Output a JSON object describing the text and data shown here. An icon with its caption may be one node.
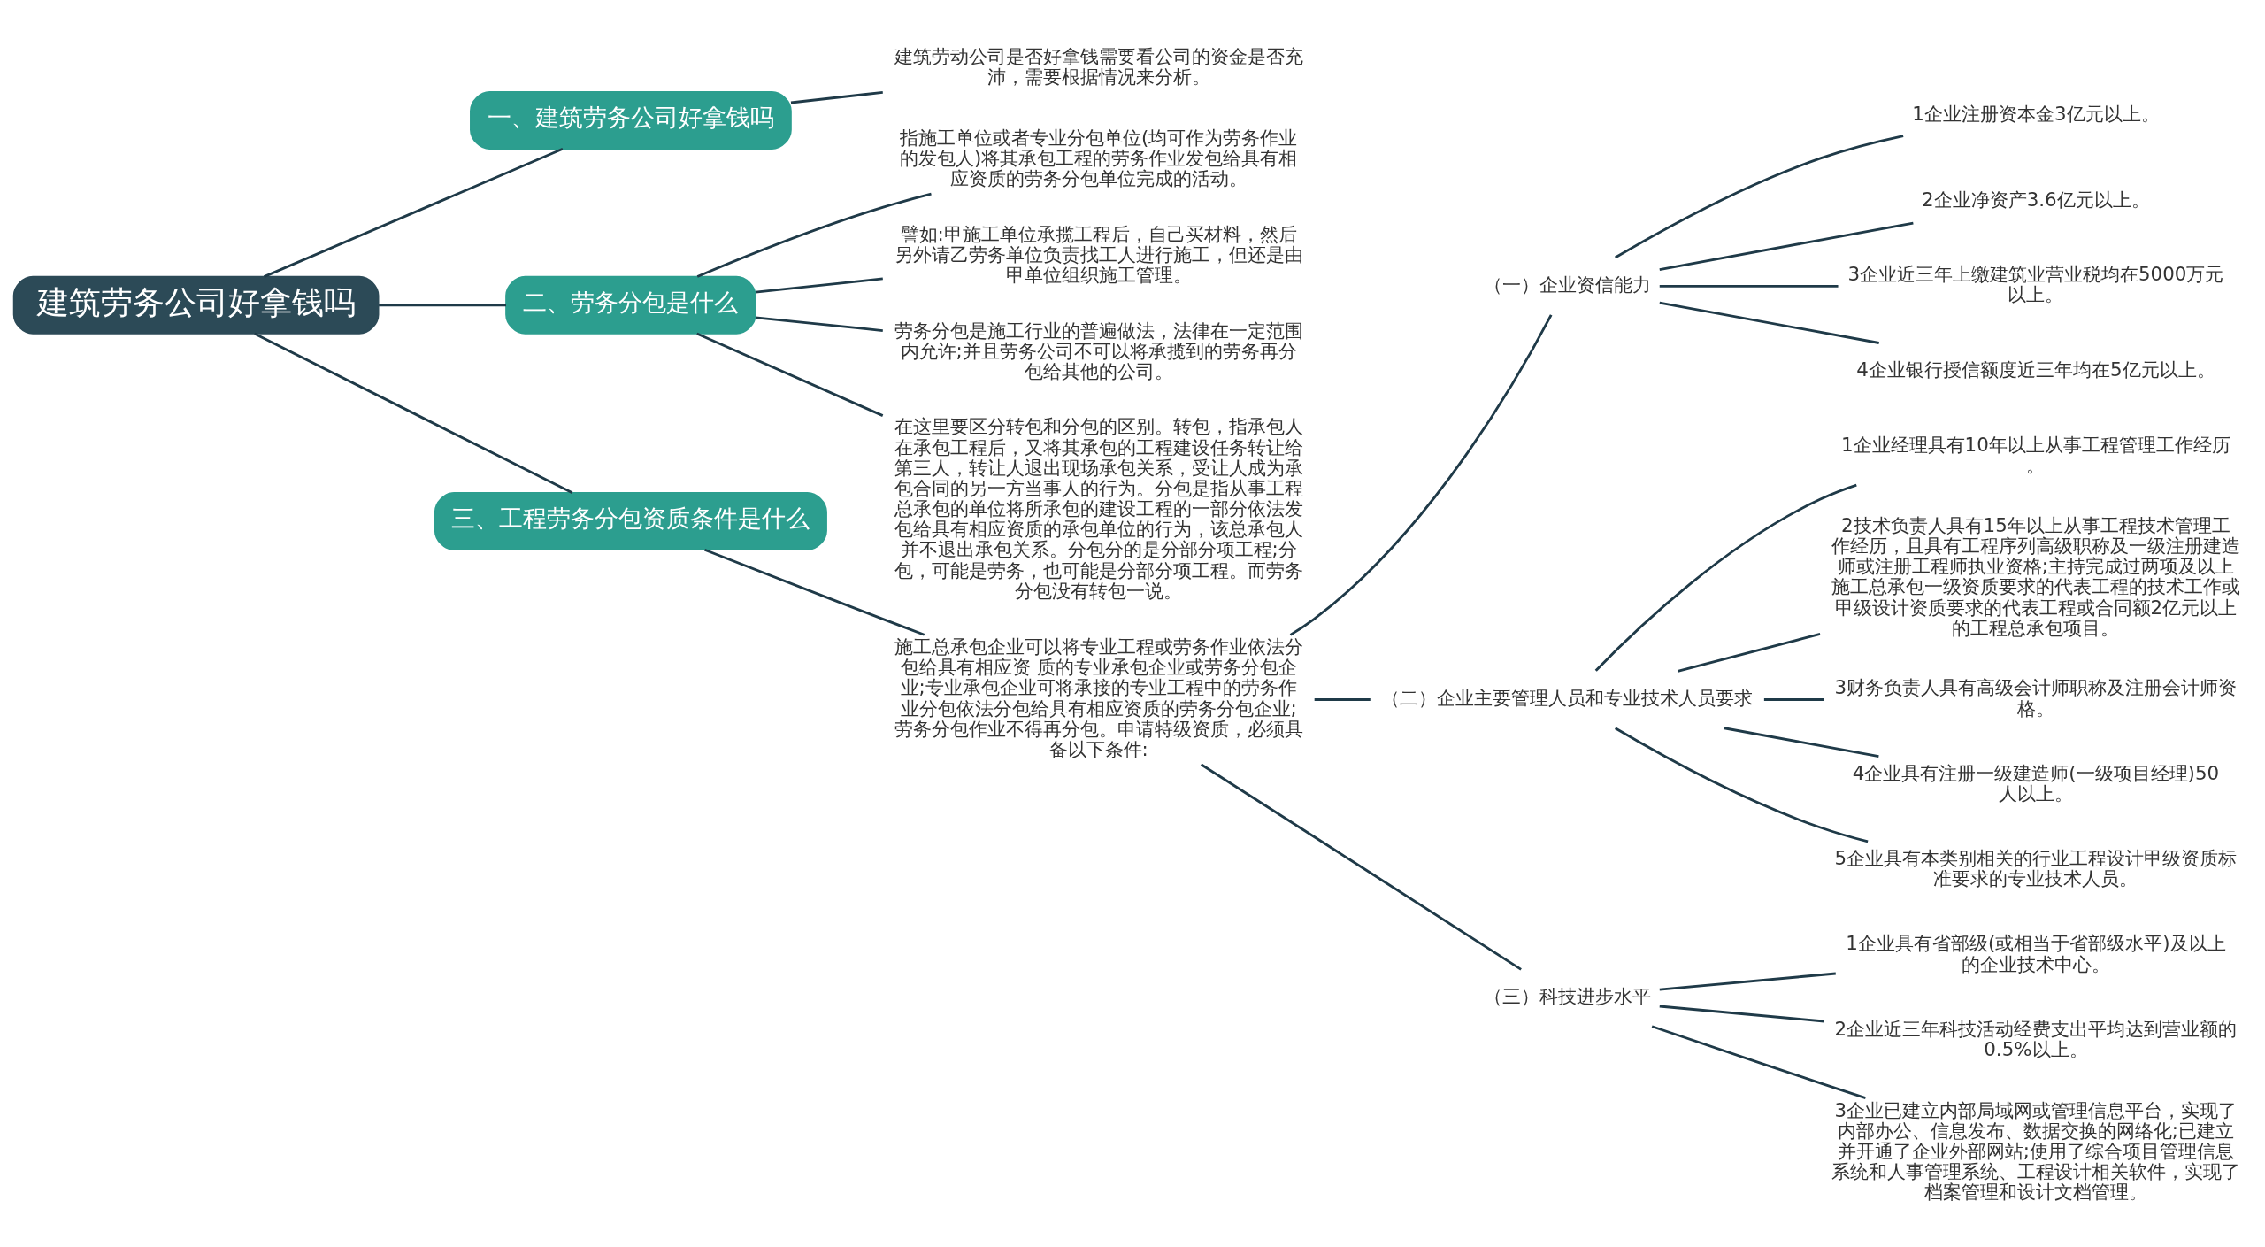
{
  "diagram": {
    "nodes": [
      {
        "text": [
          "建筑劳务公司好拿钱吗"
        ]
      },
      {
        "text": [
          "一、建筑劳务公司好拿钱吗"
        ]
      },
      {
        "text": [
          "建筑劳动公司是否好拿钱需要看公司的资金是否充沛，需要根据情况来分析。"
        ]
      },
      {
        "text": [
          "二、劳务分包是什么"
        ]
      },
      {
        "text": [
          "指施工单位或者专业分包单位(均可作为劳务作业的发包人)将其承包工程的劳务作业发包给具有相应资质的劳务分包单位完成的活动。"
        ]
      },
      {
        "text": [
          "譬如:甲施工单位承揽工程后，自己买材料，然后另外请乙劳务单位负责找工人进行施工，但还是由甲单位组织施工管理。"
        ]
      },
      {
        "text": [
          "劳务分包是施工行业的普遍做法，法律在一定范围内允许;并且劳务公司不可以将承揽到的劳务再分包给其他的公司。"
        ]
      },
      {
        "text": [
          "在这里要区分转包和分包的区别。转包，指承包人在承包工程后，又将其承包的工程建设任务转让给第三人，转让人退出现场承包关系，受让人成为承包合同的另一方当事人的行为。分包是指从事工程总承包的单位将所承包的建设工程的一部分依法发包给具有相应资质的承包单位的行为，该总承包人并不退出承包关系。分包分的是分部分项工程;分包，可能是劳务，也可能是分部分项工程。而劳务分包没有转包一说。"
        ]
      },
      {
        "text": [
          "三、工程劳务分包资质条件是什么"
        ]
      },
      {
        "text": [
          "施工总承包企业可以将专业工程或劳务作业依法分包给具有相应资 质的专业承包企业或劳务分包企业;专业承包企业可将承接的专业工程中的劳务作业分包依法分包给具有相应资质的劳务分包企业;劳务分包作业不得再分包。申请特级资质，必须具备以下条件:"
        ]
      },
      {
        "text": [
          "（一）企业资信能力"
        ]
      },
      {
        "text": [
          "1企业注册资本金3亿元以上。"
        ]
      },
      {
        "text": [
          "2企业净资产3.6亿元以上。"
        ]
      },
      {
        "text": [
          "3企业近三年上缴建筑业营业税均在5000万元以上。"
        ]
      },
      {
        "text": [
          "4企业银行授信额度近三年均在5亿元以上。"
        ]
      },
      {
        "text": [
          "（二）企业主要管理人员和专业技术人员要求"
        ]
      },
      {
        "text": [
          "1企业经理具有10年以上从事工程管理工作经历。"
        ]
      },
      {
        "text": [
          "2技术负责人具有15年以上从事工程技术管理工作经历，且具有工程序列高级职称及一级注册建造师或注册工程师执业资格;主持完成过两项及以上施工总承包一级资质要求的代表工程的技术工作或甲级设计资质要求的代表工程或合同额2亿元以上的工程总承包项目。"
        ]
      },
      {
        "text": [
          "3财务负责人具有高级会计师职称及注册会计师资格。"
        ]
      },
      {
        "text": [
          "4企业具有注册一级建造师(一级项目经理)50人以上。"
        ]
      },
      {
        "text": [
          "5企业具有本类别相关的行业工程设计甲级资质标准要求的专业技术人员。"
        ]
      },
      {
        "text": [
          "（三）科技进步水平"
        ]
      },
      {
        "text": [
          "1企业具有省部级(或相当于省部级水平)及以上的企业技术中心。"
        ]
      },
      {
        "text": [
          "2企业近三年科技活动经费支出平均达到营业额的0.5%以上。"
        ]
      },
      {
        "text": [
          "3企业已建立内部局域网或管理信息平台，实现了内部办公、信息发布、数据交换的网络化;已建立并开通了企业外部网站;使用了综合项目管理信息系统和人事管理系统、工程设计相关软件，实现了档案管理和设计文档管理。"
        ]
      }
    ],
    "edges": [
      {
        "from": 0,
        "to": 1,
        "arrow": "none"
      },
      {
        "from": 1,
        "to": 2,
        "arrow": "none"
      },
      {
        "from": 0,
        "to": 3,
        "arrow": "none"
      },
      {
        "from": 3,
        "to": 4,
        "arrow": "none"
      },
      {
        "from": 3,
        "to": 5,
        "arrow": "none"
      },
      {
        "from": 3,
        "to": 6,
        "arrow": "none"
      },
      {
        "from": 3,
        "to": 7,
        "arrow": "none"
      },
      {
        "from": 0,
        "to": 8,
        "arrow": "none"
      },
      {
        "from": 8,
        "to": 9,
        "arrow": "none"
      },
      {
        "from": 9,
        "to": 10,
        "arrow": "none"
      },
      {
        "from": 10,
        "to": 11,
        "arrow": "none"
      },
      {
        "from": 10,
        "to": 12,
        "arrow": "none"
      },
      {
        "from": 10,
        "to": 13,
        "arrow": "none"
      },
      {
        "from": 10,
        "to": 14,
        "arrow": "none"
      },
      {
        "from": 9,
        "to": 15,
        "arrow": "none"
      },
      {
        "from": 15,
        "to": 16,
        "arrow": "none"
      },
      {
        "from": 15,
        "to": 17,
        "arrow": "none"
      },
      {
        "from": 15,
        "to": 18,
        "arrow": "none"
      },
      {
        "from": 15,
        "to": 19,
        "arrow": "none"
      },
      {
        "from": 15,
        "to": 20,
        "arrow": "none"
      },
      {
        "from": 9,
        "to": 21,
        "arrow": "none"
      },
      {
        "from": 21,
        "to": 22,
        "arrow": "none"
      },
      {
        "from": 21,
        "to": 23,
        "arrow": "none"
      },
      {
        "from": 21,
        "to": 24,
        "arrow": "none"
      }
    ]
  }
}
